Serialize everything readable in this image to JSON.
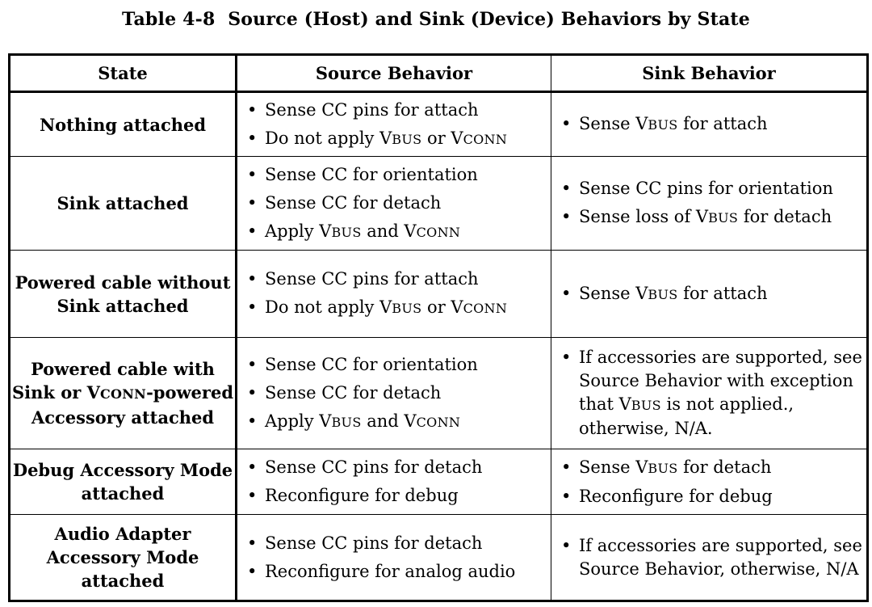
{
  "table": {
    "caption": "Table 4-8  Source (Host) and Sink (Device) Behaviors by State",
    "headers": {
      "state": "State",
      "source": "Source Behavior",
      "sink": "Sink Behavior"
    },
    "rows": [
      {
        "state": "Nothing attached",
        "source": [
          "Sense CC pins for attach",
          "Do not apply VBUS or VCONN"
        ],
        "sink": [
          "Sense VBUS for attach"
        ]
      },
      {
        "state": "Sink attached",
        "source": [
          "Sense CC for orientation",
          "Sense CC for detach",
          "Apply VBUS and VCONN"
        ],
        "sink": [
          "Sense CC pins for orientation",
          "Sense loss of VBUS for detach"
        ]
      },
      {
        "state": "Powered cable without Sink attached",
        "source": [
          "Sense CC pins for attach",
          "Do not apply VBUS or VCONN"
        ],
        "sink": [
          "Sense VBUS for attach"
        ]
      },
      {
        "state": "Powered cable with Sink or VCONN-powered Accessory attached",
        "source": [
          "Sense CC for orientation",
          "Sense CC for detach",
          "Apply VBUS and VCONN"
        ],
        "sink": [
          "If accessories are supported, see Source Behavior with exception that VBUS is not applied., otherwise, N/A."
        ]
      },
      {
        "state": "Debug Accessory Mode attached",
        "source": [
          "Sense CC pins for detach",
          "Reconfigure for debug"
        ],
        "sink": [
          "Sense VBUS for detach",
          "Reconfigure for debug"
        ]
      },
      {
        "state": "Audio Adapter Accessory Mode attached",
        "source": [
          "Sense CC pins for detach",
          "Reconfigure for analog audio"
        ],
        "sink": [
          "If accessories are supported, see Source Behavior, otherwise, N/A"
        ]
      }
    ]
  }
}
